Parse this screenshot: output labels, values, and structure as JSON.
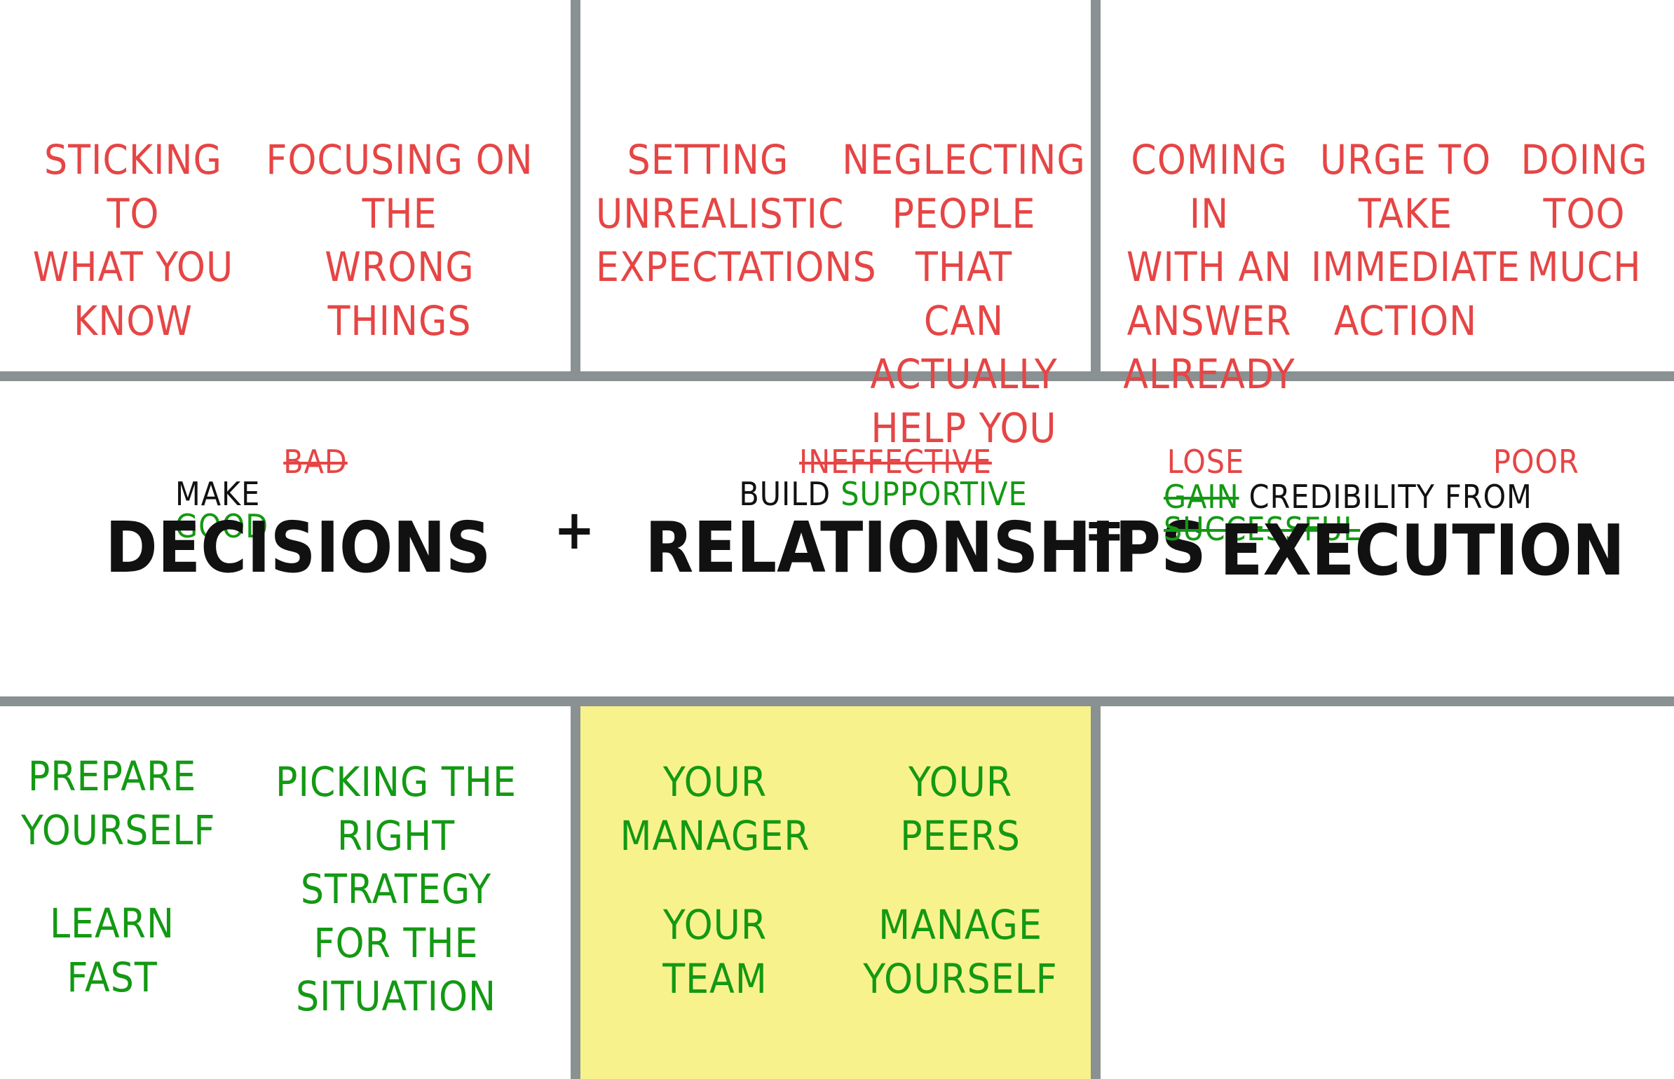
{
  "pitfalls": {
    "decisions": [
      "Sticking to\nwhat you\nknow",
      "Focusing on the\nwrong things"
    ],
    "relationships": [
      "Setting\nunrealistic\nexpectations",
      "Neglecting\npeople that\ncan actually\nhelp you"
    ],
    "execution": [
      "Coming in\nwith an\nanswer\nalready",
      "Urge to\ntake\nimmediate\naction",
      "Doing\ntoo\nmuch"
    ]
  },
  "equation": {
    "decisions": {
      "struck": "BAD",
      "prefix": "MAKE",
      "replacement": "GOOD",
      "word": "DECISIONS"
    },
    "plus": "+",
    "relationships": {
      "struck": "INEFFECTIVE",
      "prefix": "BUILD",
      "replacement": "SUPPORTIVE",
      "word": "RELATIONSHIPS"
    },
    "equals": "=",
    "execution": {
      "lose": "LOSE",
      "gain": "GAIN",
      "middle": "CREDIBILITY FROM",
      "poor": "POOR",
      "successful": "SUCCESSFUL",
      "word": "EXECUTION"
    }
  },
  "remedies": {
    "decisions": [
      "Prepare\nyourself",
      "Learn\nfast",
      "Picking the\nright strategy\nfor the situation"
    ],
    "relationships": [
      "Your\nmanager",
      "Your\npeers",
      "Your\nteam",
      "Manage\nyourself"
    ]
  },
  "colors": {
    "red": "#e64545",
    "green": "#139913",
    "black": "#111111",
    "grid": "#8a9192",
    "highlight": "#f8f28d"
  }
}
